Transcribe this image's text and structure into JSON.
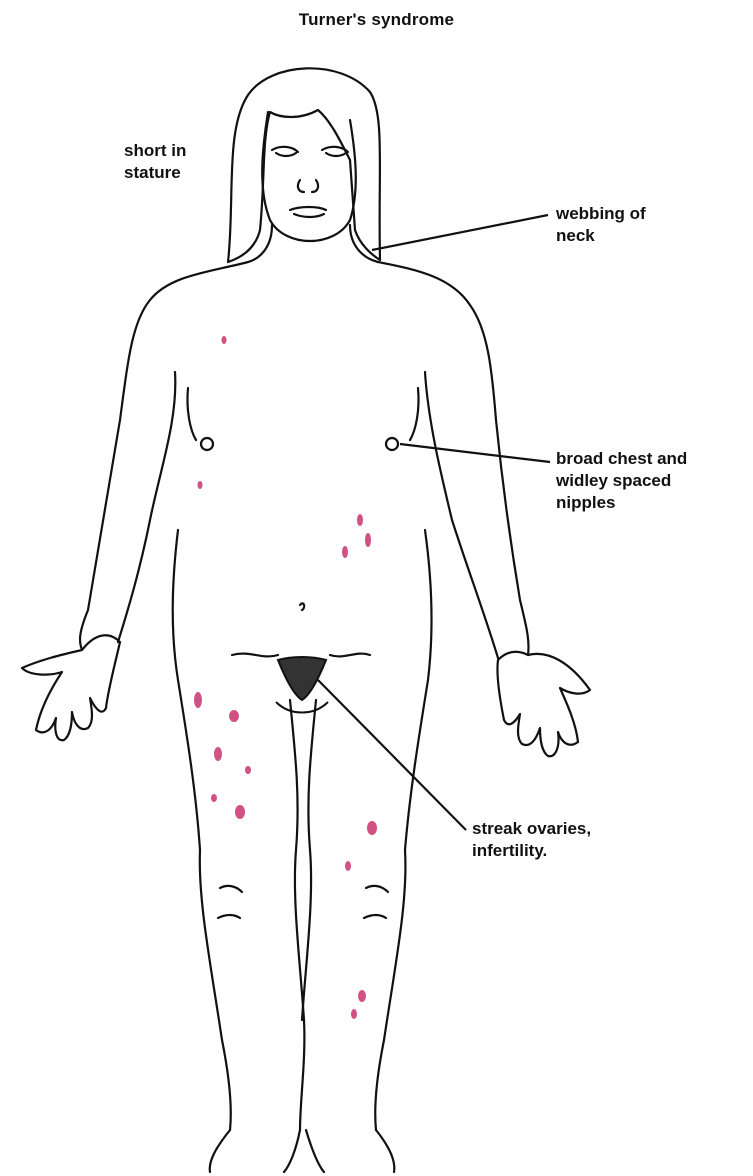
{
  "title": "Turner's syndrome",
  "labels": {
    "stature": {
      "lines": [
        "short in",
        "stature"
      ]
    },
    "neck": {
      "lines": [
        "webbing of",
        "neck"
      ]
    },
    "chest": {
      "lines": [
        "broad chest and",
        "widley spaced",
        "nipples"
      ]
    },
    "ovaries": {
      "lines": [
        "streak ovaries,",
        "infertility."
      ]
    }
  },
  "colors": {
    "line": "#111111",
    "spot": "#c2185b"
  }
}
